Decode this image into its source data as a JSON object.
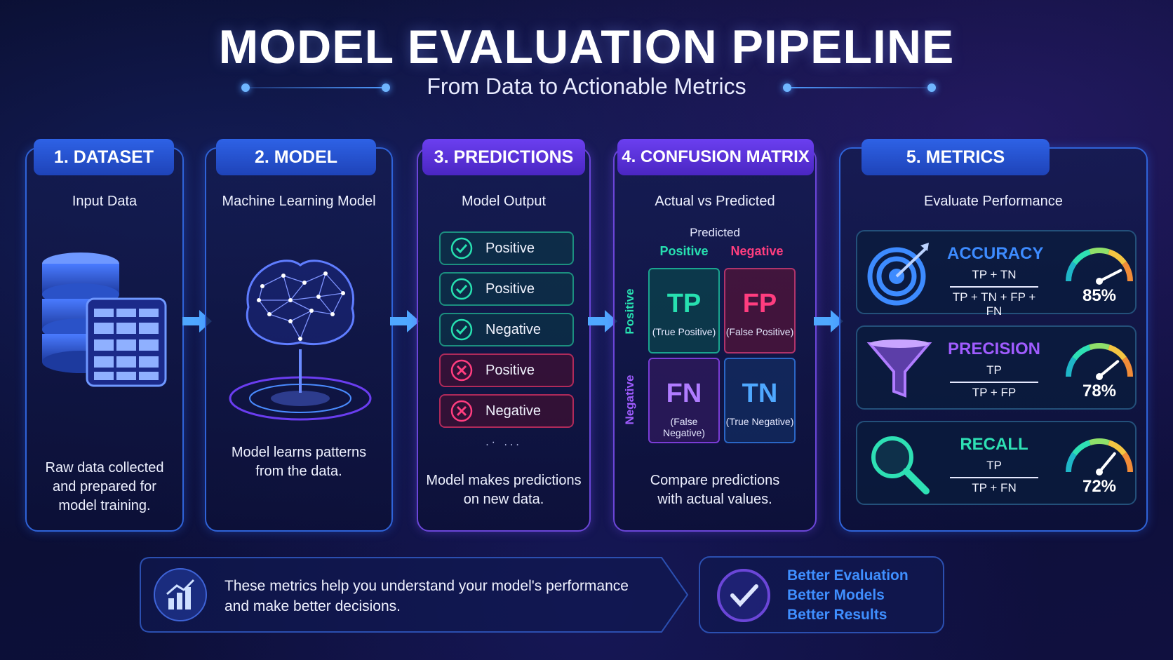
{
  "header": {
    "title": "MODEL EVALUATION PIPELINE",
    "subtitle": "From Data to Actionable Metrics"
  },
  "stages": [
    {
      "tab": "1. DATASET",
      "subtitle": "Input Data",
      "description": [
        "Raw data collected",
        "and prepared for",
        "model training."
      ]
    },
    {
      "tab": "2. MODEL",
      "subtitle": "Machine Learning Model",
      "description": [
        "Model learns patterns",
        "from the data."
      ]
    },
    {
      "tab": "3. PREDICTIONS",
      "subtitle": "Model Output",
      "description": [
        "Model makes predictions",
        "on new data."
      ],
      "outputs": [
        {
          "label": "Positive",
          "correct": true
        },
        {
          "label": "Positive",
          "correct": true
        },
        {
          "label": "Negative",
          "correct": true
        },
        {
          "label": "Positive",
          "correct": false
        },
        {
          "label": "Negative",
          "correct": false
        }
      ],
      "ellipsis": ".· ..."
    },
    {
      "tab": "4. CONFUSION MATRIX",
      "subtitle": "Actual vs Predicted",
      "description": [
        "Compare predictions",
        "with actual values."
      ],
      "predicted_label": "Predicted",
      "col_positive": "Positive",
      "col_negative": "Negative",
      "row_positive": "Positive",
      "row_negative": "Negative",
      "cells": {
        "tp": {
          "abbr": "TP",
          "full": "(True Positive)"
        },
        "fp": {
          "abbr": "FP",
          "full": "(False Positive)"
        },
        "fn": {
          "abbr": "FN",
          "full": "(False Negative)"
        },
        "tn": {
          "abbr": "TN",
          "full": "(True Negative)"
        }
      }
    },
    {
      "tab": "5. METRICS",
      "subtitle": "Evaluate Performance"
    }
  ],
  "metrics": [
    {
      "name": "ACCURACY",
      "numerator": "TP + TN",
      "denominator": "TP + TN + FP + FN",
      "value": 85,
      "value_text": "85%",
      "icon": "target-icon",
      "color": "#3d8bff"
    },
    {
      "name": "PRECISION",
      "numerator": "TP",
      "denominator": "TP + FP",
      "value": 78,
      "value_text": "78%",
      "icon": "funnel-icon",
      "color": "#a05cff"
    },
    {
      "name": "RECALL",
      "numerator": "TP",
      "denominator": "TP + FN",
      "value": 72,
      "value_text": "72%",
      "icon": "magnifier-icon",
      "color": "#2ee0b4"
    }
  ],
  "footer": {
    "message_line1": "These metrics help you understand your model's performance",
    "message_line2": "and make better decisions.",
    "benefits": [
      "Better Evaluation",
      "Better Models",
      "Better Results"
    ]
  },
  "colors": {
    "positive": "#27e0b0",
    "negative": "#ff3d7f",
    "tab_blue": "#2e62e6",
    "tab_purple": "#6b3ff0",
    "accent": "#3f8fff"
  }
}
